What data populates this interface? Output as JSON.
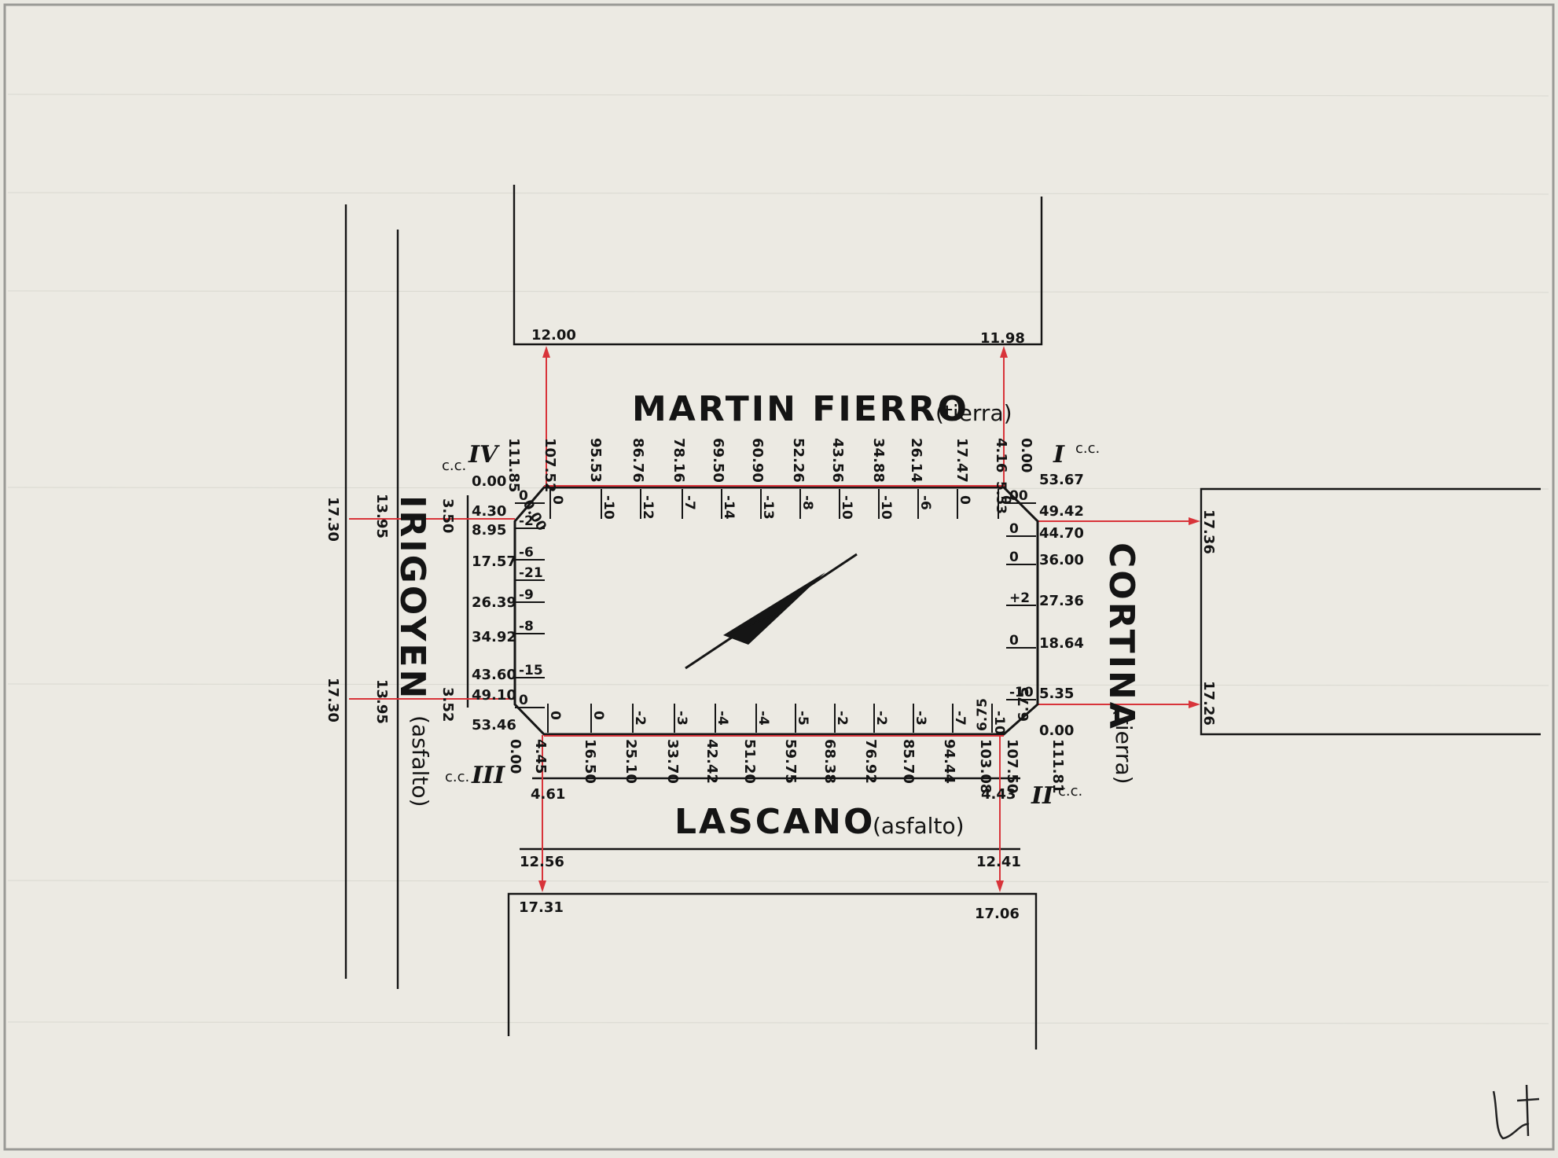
{
  "streets": {
    "north": {
      "name": "MARTIN FIERRO",
      "surface": "(tierra)"
    },
    "east": {
      "name": "CORTINA",
      "surface": "(tierra)"
    },
    "south": {
      "name": "LASCANO",
      "surface": "(asfalto)"
    },
    "west": {
      "name": "IRIGOYEN",
      "surface": "(asfalto)"
    }
  },
  "corners": {
    "I": {
      "numeral": "I",
      "label": "c.c."
    },
    "II": {
      "numeral": "II",
      "label": "c.c."
    },
    "III": {
      "numeral": "III",
      "label": "c.c."
    },
    "IV": {
      "numeral": "IV",
      "label": "c.c."
    }
  },
  "dimensions": {
    "north_left": "12.00",
    "north_right": "11.98",
    "south_left_inner": "4.61",
    "south_left": "12.56",
    "south_left_outer": "17.31",
    "south_right_inner": "4.43",
    "south_right": "12.41",
    "south_right_outer": "17.06",
    "east_top": "17.36",
    "east_bottom": "17.26",
    "west_top_outer": "17.30",
    "west_top_mid": "13.95",
    "west_top_inner": "3.50",
    "west_bottom_outer": "17.30",
    "west_bottom_mid": "13.95",
    "west_bottom_inner": "3.52",
    "se_chamfer": "6.75",
    "sw_chamfer": "4.45"
  },
  "north_side": {
    "marks": [
      "111.85",
      "107.52",
      "95.53",
      "86.76",
      "78.16",
      "69.50",
      "60.90",
      "52.26",
      "43.56",
      "34.88",
      "26.14",
      "17.47",
      "4.16",
      "0.00"
    ],
    "heights": [
      "0",
      "-10",
      "-12",
      "-7",
      "-14",
      "-13",
      "-8",
      "-10",
      "-10",
      "-6",
      "0",
      "0"
    ]
  },
  "east_side": {
    "marks": [
      "53.67",
      "49.42",
      "44.70",
      "36.00",
      "27.36",
      "18.64",
      "5.35",
      "0.00"
    ],
    "heights": [
      "00",
      "0",
      "0",
      "+2",
      "0",
      "-10"
    ]
  },
  "south_side": {
    "marks": [
      "0.00",
      "4.45",
      "16.50",
      "25.10",
      "33.70",
      "42.42",
      "51.20",
      "59.75",
      "68.38",
      "76.92",
      "85.70",
      "94.44",
      "103.08",
      "107.50",
      "111.81"
    ],
    "heights": [
      "0",
      "0",
      "-2",
      "-3",
      "-4",
      "-4",
      "-5",
      "-2",
      "-2",
      "-3",
      "-7",
      "-10"
    ]
  },
  "west_side": {
    "marks": [
      "0.00",
      "4.30",
      "8.95",
      "17.57",
      "26.39",
      "34.92",
      "43.60",
      "49.10",
      "53.46"
    ],
    "heights": [
      "0",
      "-2",
      "-6",
      "-21",
      "-9",
      "-8",
      "-15",
      "0"
    ]
  },
  "corner_heights": {
    "ne": "5.53",
    "nw": "0.00",
    "sw": "0",
    "se": "6.75"
  },
  "signature": "L.f"
}
